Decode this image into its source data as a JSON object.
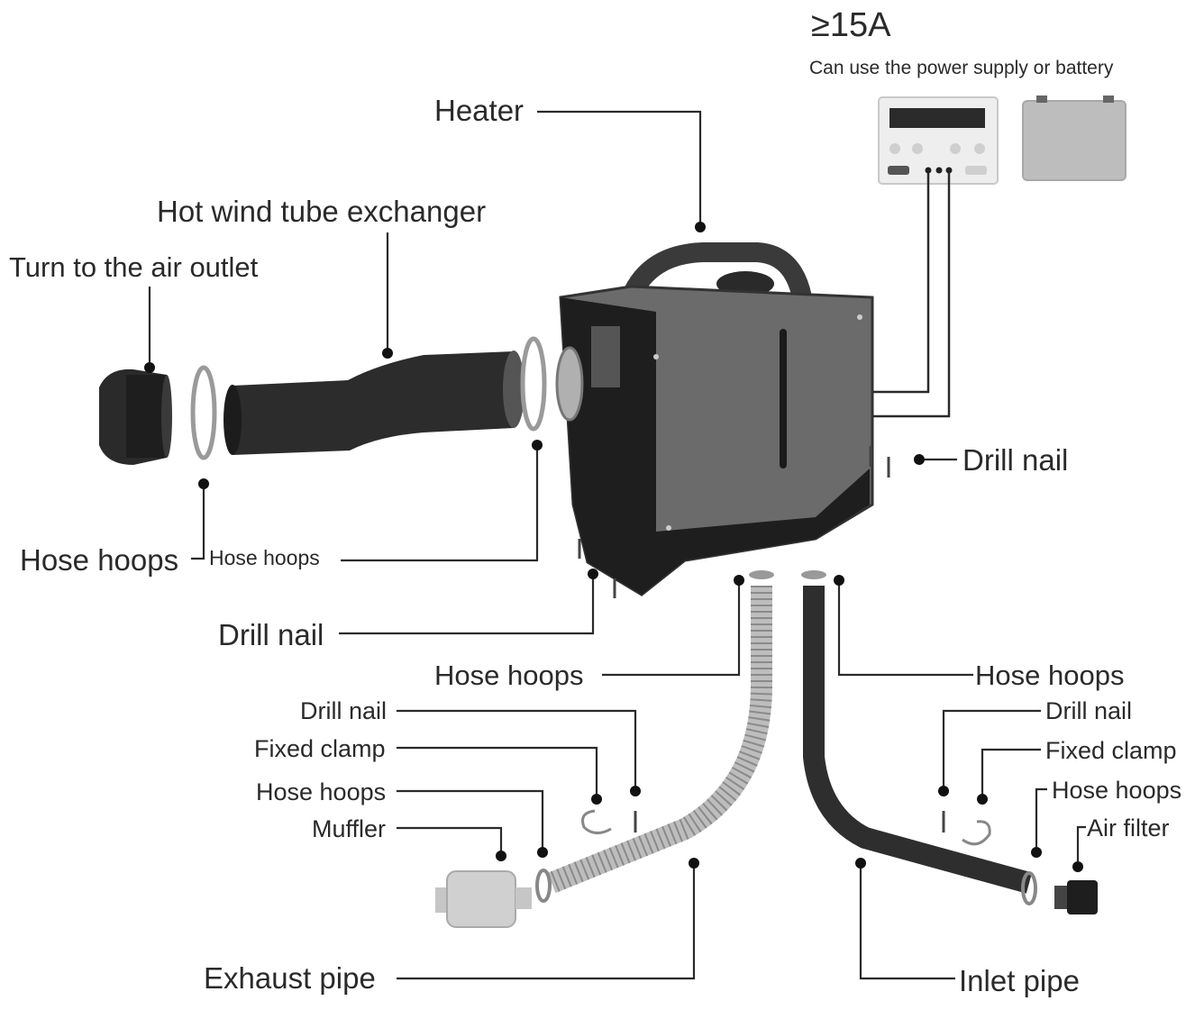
{
  "power": {
    "current": "≥15A",
    "note": "Can use the power supply or battery"
  },
  "labels": {
    "heater": "Heater",
    "hot_wind_tube": "Hot wind tube exchanger",
    "air_outlet": "Turn to the air outlet",
    "hose_hoops_left_large": "Hose hoops",
    "hose_hoops_left_small": "Hose hoops",
    "drill_nail_right": "Drill nail",
    "drill_nail_left": "Drill nail",
    "hose_hoops_mid_left": "Hose hoops",
    "hose_hoops_mid_right": "Hose hoops",
    "drill_nail_exhaust": "Drill nail",
    "fixed_clamp_exhaust": "Fixed clamp",
    "hose_hoops_exhaust": "Hose hoops",
    "muffler": "Muffler",
    "drill_nail_inlet": "Drill nail",
    "fixed_clamp_inlet": "Fixed clamp",
    "hose_hoops_inlet": "Hose hoops",
    "air_filter": "Air filter",
    "exhaust_pipe": "Exhaust pipe",
    "inlet_pipe": "Inlet pipe"
  },
  "colors": {
    "line": "#2a2a2a",
    "heater_body": "#6b6b6b",
    "heater_dark": "#1e1e1e",
    "hose": "#2e2e2e",
    "exhaust": "#bdbdbd",
    "panel": "#e6e6e6"
  }
}
